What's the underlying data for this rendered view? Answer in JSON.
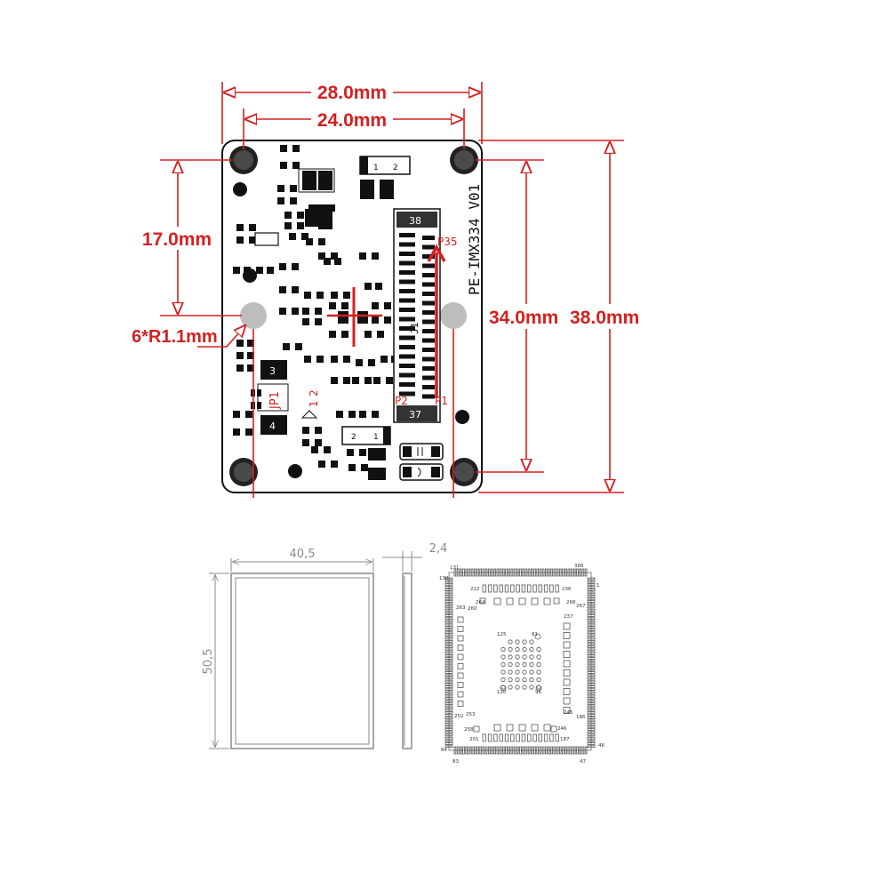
{
  "colors": {
    "dimension": "#d42020",
    "outline": "#111111",
    "drawing": "#8a8a8a"
  },
  "board": {
    "dimensions": {
      "width_outer": "28.0mm",
      "width_inner": "24.0mm",
      "height_left": "17.0mm",
      "height_inner": "34.0mm",
      "height_outer": "38.0mm",
      "holes": "6*R1.1mm"
    },
    "silk": {
      "board_name": "PE-IMX334_V01",
      "pin_38": "38",
      "pin_37": "37",
      "p35": "P35",
      "p2": "P2",
      "p1": "P1",
      "j1": "J1",
      "jp1": "JP1",
      "q3": "3",
      "q4": "4",
      "num_2": "2",
      "num_1": "1",
      "c1_a": "1",
      "c1_b": "2",
      "c2_a": "2",
      "c2_b": "1"
    }
  },
  "package": {
    "width": "40,5",
    "height": "50,5",
    "thickness": "2,4",
    "pins": {
      "p131": "131",
      "p366": "366",
      "p130": "130",
      "p1": "1",
      "p222": "222",
      "p236": "236",
      "p264": "264",
      "p268": "268",
      "p263": "263",
      "p260": "260",
      "p267": "267",
      "p237": "237",
      "p125": "125",
      "p81": "81",
      "p120": "120",
      "p96": "96",
      "p253": "253",
      "p245": "245",
      "p252": "252",
      "p186": "186",
      "p258": "258",
      "p246": "246",
      "p201": "201",
      "p187": "187",
      "p84": "84",
      "p46": "46",
      "p83": "83",
      "p47": "47"
    }
  }
}
